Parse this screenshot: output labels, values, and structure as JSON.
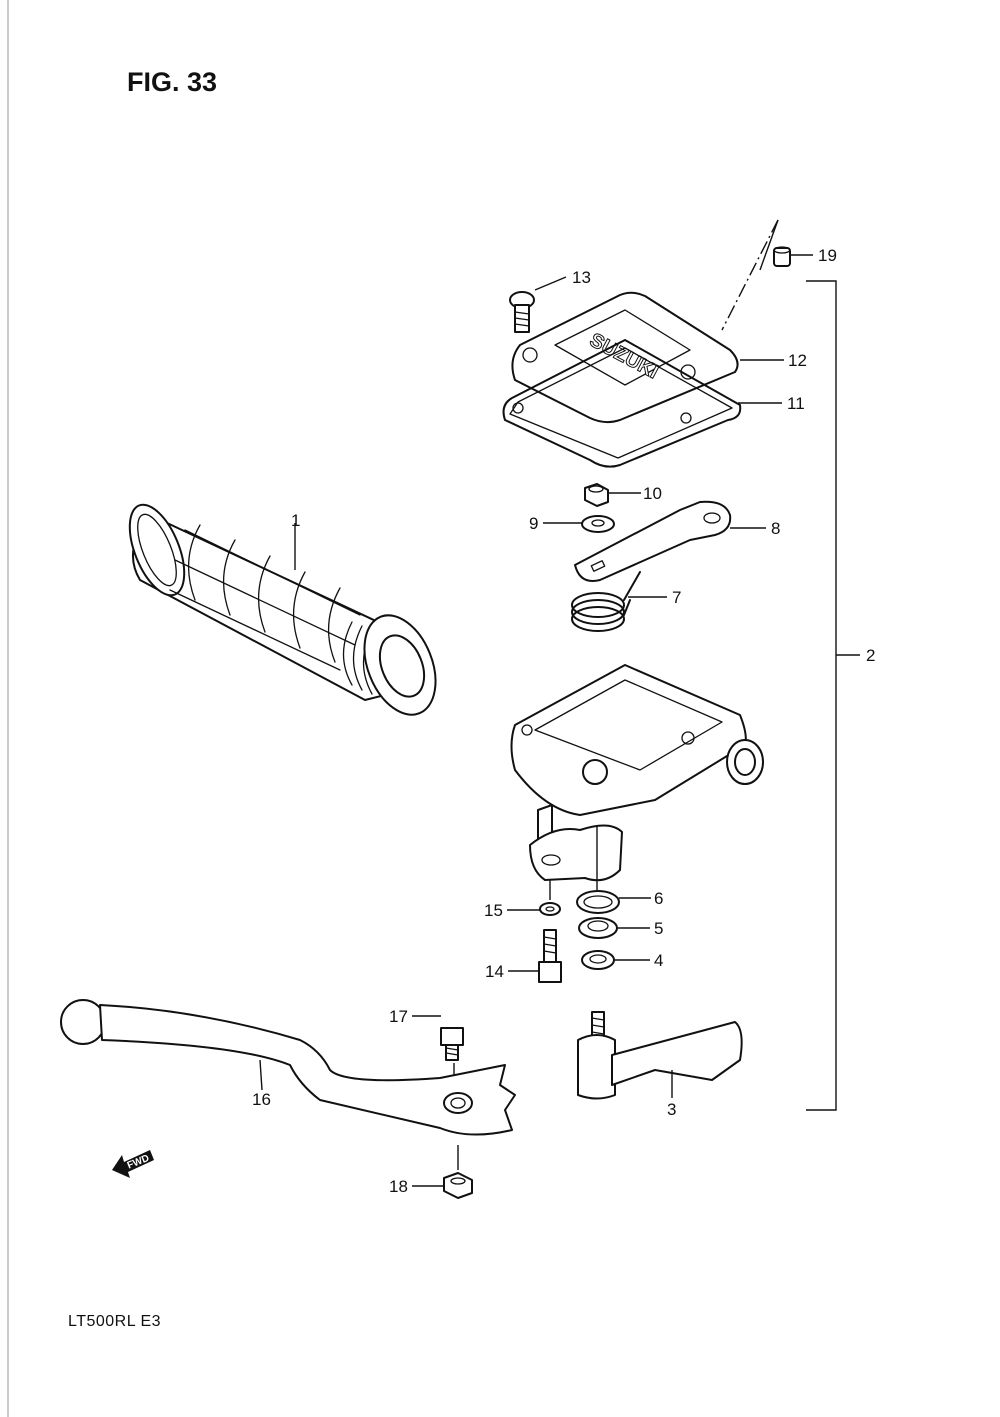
{
  "figure": {
    "title": "FIG. 33",
    "model_code": "LT500RL  E3"
  },
  "brand_mark": "SUZUKI",
  "direction_label": "FWD",
  "callouts": [
    "1",
    "2",
    "3",
    "4",
    "5",
    "6",
    "7",
    "8",
    "9",
    "10",
    "11",
    "12",
    "13",
    "14",
    "15",
    "16",
    "17",
    "18",
    "19"
  ],
  "parts": [
    {
      "ref": "1",
      "part": "grip"
    },
    {
      "ref": "2",
      "part": "housing assembly"
    },
    {
      "ref": "3",
      "part": "lever arm"
    },
    {
      "ref": "4",
      "part": "washer"
    },
    {
      "ref": "5",
      "part": "seal"
    },
    {
      "ref": "6",
      "part": "o-ring"
    },
    {
      "ref": "7",
      "part": "spring"
    },
    {
      "ref": "8",
      "part": "lever plate"
    },
    {
      "ref": "9",
      "part": "washer"
    },
    {
      "ref": "10",
      "part": "nut"
    },
    {
      "ref": "11",
      "part": "gasket"
    },
    {
      "ref": "12",
      "part": "cover"
    },
    {
      "ref": "13",
      "part": "screw"
    },
    {
      "ref": "14",
      "part": "bolt"
    },
    {
      "ref": "15",
      "part": "washer"
    },
    {
      "ref": "16",
      "part": "lever"
    },
    {
      "ref": "17",
      "part": "bolt"
    },
    {
      "ref": "18",
      "part": "nut"
    },
    {
      "ref": "19",
      "part": "cap"
    }
  ],
  "colors": {
    "ink": "#111111",
    "paper": "#ffffff"
  }
}
